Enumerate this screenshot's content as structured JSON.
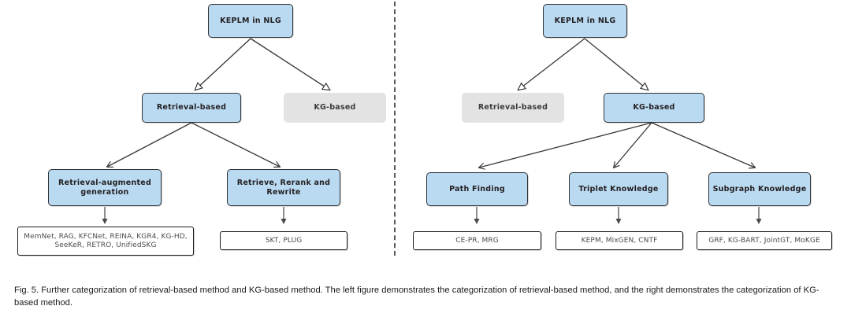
{
  "figure": {
    "caption": "Fig. 5. Further categorization of retrieval-based method and KG-based method. The left figure demonstrates the categorization of retrieval-based method, and the right demonstrates the categorization of KG-based method.",
    "colors": {
      "highlight_fill": "#badaf2",
      "dimmed_fill": "#e3e3e3",
      "leaf_fill": "#ffffff",
      "border": "#2f3336",
      "edge": "#3a3a3a",
      "divider": "#5a5a5a"
    },
    "left_panel": {
      "root": {
        "label": "KEPLM in NLG",
        "state": "highlighted"
      },
      "level2": [
        {
          "label": "Retrieval-based",
          "state": "highlighted"
        },
        {
          "label": "KG-based",
          "state": "dimmed"
        }
      ],
      "level3": [
        {
          "label": "Retrieval-augmented generation",
          "state": "highlighted"
        },
        {
          "label": "Retrieve, Rerank and Rewrite",
          "state": "highlighted"
        }
      ],
      "leaves": [
        {
          "label": "MemNet, RAG, KFCNet, REINA, KGR4, KG-HD, SeeKeR, RETRO, UnifiedSKG"
        },
        {
          "label": "SKT, PLUG"
        }
      ]
    },
    "right_panel": {
      "root": {
        "label": "KEPLM in NLG",
        "state": "highlighted"
      },
      "level2": [
        {
          "label": "Retrieval-based",
          "state": "dimmed"
        },
        {
          "label": "KG-based",
          "state": "highlighted"
        }
      ],
      "level3": [
        {
          "label": "Path Finding",
          "state": "highlighted"
        },
        {
          "label": "Triplet Knowledge",
          "state": "highlighted"
        },
        {
          "label": "Subgraph Knowledge",
          "state": "highlighted"
        }
      ],
      "leaves": [
        {
          "label": "CE-PR, MRG"
        },
        {
          "label": "KEPM, MixGEN, CNTF"
        },
        {
          "label": "GRF, KG-BART, JointGT, MoKGE"
        }
      ]
    }
  }
}
